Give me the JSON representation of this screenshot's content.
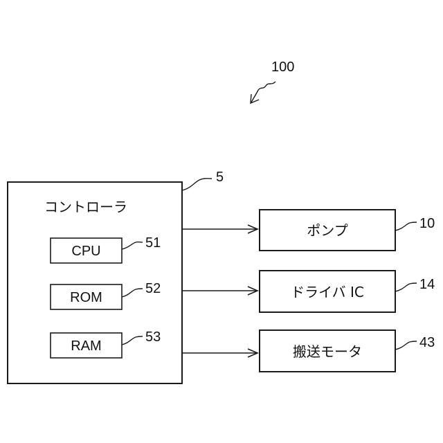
{
  "system_ref": "100",
  "controller": {
    "label": "コントローラ",
    "ref": "5",
    "components": [
      {
        "label": "CPU",
        "ref": "51"
      },
      {
        "label": "ROM",
        "ref": "52"
      },
      {
        "label": "RAM",
        "ref": "53"
      }
    ]
  },
  "outputs": [
    {
      "label": "ポンプ",
      "ref": "10"
    },
    {
      "label": "ドライバ IC",
      "ref": "14"
    },
    {
      "label": "搬送モータ",
      "ref": "43"
    }
  ]
}
